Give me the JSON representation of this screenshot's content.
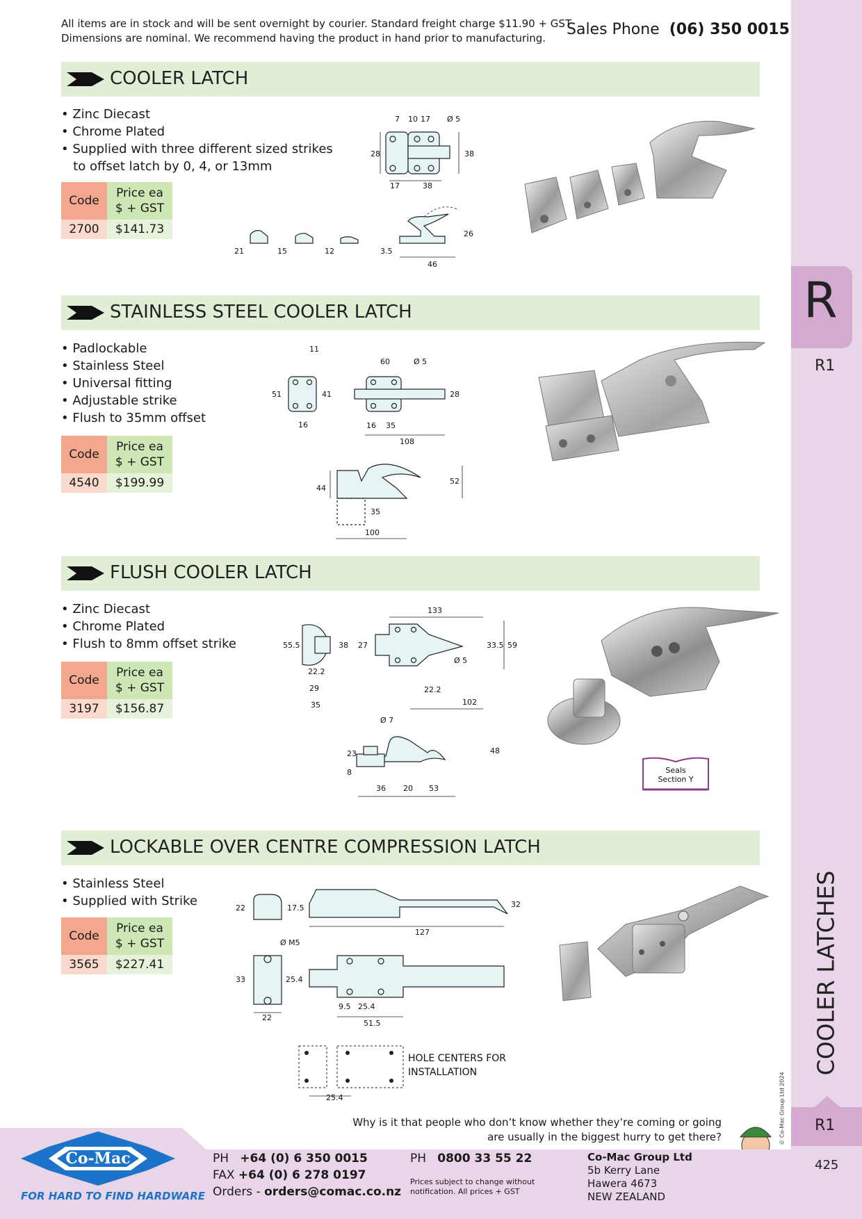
{
  "header": {
    "intro_line1": "All items are in stock and will be sent overnight by courier. Standard freight charge $11.90 + GST",
    "intro_line2": "Dimensions are nominal. We recommend having the product in hand prior to manufacturing.",
    "sales_label": "Sales Phone",
    "sales_number": "(06) 350 0015"
  },
  "sidebar": {
    "section_letter": "R",
    "section_code": "R1",
    "category": "COOLER LATCHES",
    "copyright": "© Co-Mac Group Ltd 2024",
    "bottom_code": "R1",
    "page_number": "425"
  },
  "products": [
    {
      "title": "COOLER LATCH",
      "features": [
        "• Zinc Diecast",
        "• Chrome Plated",
        "• Supplied with three different sized strikes",
        "   to offset latch by 0, 4, or 13mm"
      ],
      "code_header": "Code",
      "price_header_1": "Price ea",
      "price_header_2": "$ + GST",
      "code": "2700",
      "price": "$141.73",
      "dims": [
        "7",
        "10",
        "17",
        "Ø 5",
        "28",
        "38",
        "17",
        "38",
        "21",
        "15",
        "12",
        "3.5",
        "26",
        "46"
      ]
    },
    {
      "title": "STAINLESS STEEL COOLER LATCH",
      "features": [
        "• Padlockable",
        "• Stainless Steel",
        "• Universal fitting",
        "• Adjustable strike",
        "• Flush to 35mm offset"
      ],
      "code_header": "Code",
      "price_header_1": "Price ea",
      "price_header_2": "$ + GST",
      "code": "4540",
      "price": "$199.99",
      "dims": [
        "11",
        "51",
        "41",
        "16",
        "60",
        "Ø 5",
        "28",
        "16",
        "35",
        "108",
        "44",
        "52",
        "35",
        "100"
      ]
    },
    {
      "title": "FLUSH COOLER LATCH",
      "features": [
        "• Zinc Diecast",
        "• Chrome Plated",
        "• Flush to 8mm offset strike"
      ],
      "code_header": "Code",
      "price_header_1": "Price ea",
      "price_header_2": "$ + GST",
      "code": "3197",
      "price": "$156.87",
      "dims": [
        "133",
        "55.5",
        "38",
        "27",
        "33.5",
        "59",
        "Ø 5",
        "22.2",
        "29",
        "35",
        "22.2",
        "102",
        "Ø 7",
        "23",
        "8",
        "48",
        "36",
        "20",
        "53"
      ],
      "seals_line1": "Seals",
      "seals_line2": "Section Y"
    },
    {
      "title": "LOCKABLE OVER CENTRE COMPRESSION LATCH",
      "features": [
        "• Stainless Steel",
        "• Supplied with Strike"
      ],
      "code_header": "Code",
      "price_header_1": "Price ea",
      "price_header_2": "$ + GST",
      "code": "3565",
      "price": "$227.41",
      "dims": [
        "22",
        "17.5",
        "32",
        "127",
        "Ø M5",
        "33",
        "25.4",
        "22",
        "9.5",
        "25.4",
        "51.5",
        "25.4"
      ],
      "hole_note_1": "HOLE CENTERS FOR",
      "hole_note_2": "INSTALLATION"
    }
  ],
  "quote": {
    "line1": "Why is it that people who don’t know whether they’re coming or going",
    "line2": "are usually in the biggest hurry to get there?"
  },
  "footer": {
    "logo_text": "Co-Mac",
    "tagline": "FOR HARD TO FIND HARDWARE",
    "ph_label": "PH",
    "ph_number": "+64 (0) 6 350 0015",
    "fax_label": "FAX",
    "fax_number": "+64 (0) 6 278 0197",
    "orders_label": "Orders -",
    "orders_email": "orders@comac.co.nz",
    "ph2_label": "PH",
    "ph2_number": "0800 33 55 22",
    "note_line1": "Prices subject to change without",
    "note_line2": "notification. All prices + GST",
    "company": "Co-Mac Group Ltd",
    "address1": "5b Kerry Lane",
    "address2": "Hawera 4673",
    "address3": "NEW ZEALAND"
  },
  "colors": {
    "section_bar": "#e0eed6",
    "sidebar": "#e8d5e7",
    "tab": "#d4aad1",
    "code_header": "#f3a78f",
    "price_header": "#cfe6b5",
    "brand_blue": "#1b74c9"
  }
}
